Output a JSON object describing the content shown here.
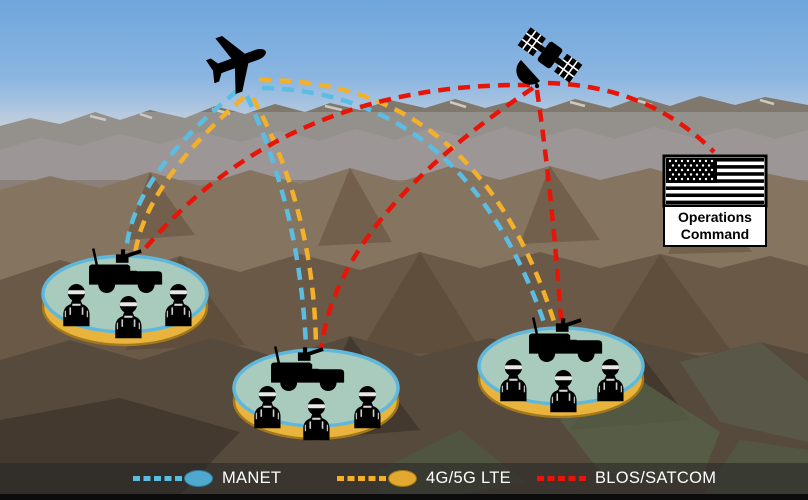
{
  "scene_title": "Tactical communications network diagram over mountain terrain",
  "nodes": {
    "aircraft": {
      "icon": "airplane-icon"
    },
    "satellite": {
      "icon": "satellite-icon"
    },
    "command_post": {
      "flag_icon": "us-flag-icon",
      "line1": "Operations",
      "line2": "Command"
    },
    "teams": [
      {
        "id": "left-team",
        "icons": [
          "military-vehicle-icon",
          "soldier-icon",
          "soldier-icon",
          "soldier-icon"
        ]
      },
      {
        "id": "center-team",
        "icons": [
          "military-vehicle-icon",
          "soldier-icon",
          "soldier-icon",
          "soldier-icon"
        ]
      },
      {
        "id": "right-team",
        "icons": [
          "military-vehicle-icon",
          "soldier-icon",
          "soldier-icon",
          "soldier-icon"
        ]
      }
    ]
  },
  "links": [
    {
      "type": "MANET",
      "from": "aircraft",
      "to": "left-team"
    },
    {
      "type": "MANET",
      "from": "aircraft",
      "to": "center-team"
    },
    {
      "type": "MANET",
      "from": "aircraft",
      "to": "right-team"
    },
    {
      "type": "4G/5G LTE",
      "from": "aircraft",
      "to": "left-team"
    },
    {
      "type": "4G/5G LTE",
      "from": "aircraft",
      "to": "center-team"
    },
    {
      "type": "4G/5G LTE",
      "from": "aircraft",
      "to": "right-team"
    },
    {
      "type": "BLOS/SATCOM",
      "from": "satellite",
      "to": "left-team"
    },
    {
      "type": "BLOS/SATCOM",
      "from": "satellite",
      "to": "center-team"
    },
    {
      "type": "BLOS/SATCOM",
      "from": "satellite",
      "to": "right-team"
    },
    {
      "type": "BLOS/SATCOM",
      "from": "satellite",
      "to": "command_post"
    }
  ],
  "legend": {
    "items": [
      {
        "id": "manet",
        "label": "MANET",
        "color": "#5bbde2",
        "swatch": "dashes-and-ellipse"
      },
      {
        "id": "lte",
        "label": "4G/5G LTE",
        "color": "#f2b02b",
        "swatch": "dashes-and-ellipse"
      },
      {
        "id": "blos",
        "label": "BLOS/SATCOM",
        "color": "#e81408",
        "swatch": "dashes-only"
      }
    ]
  },
  "colors": {
    "manet_link": "#5bbde2",
    "lte_link": "#f2b02b",
    "satcom_link": "#e81408",
    "bubble_surface": "#a9cbbe",
    "bubble_surface_rim": "#5fb8dc",
    "bubble_base": "#e9b43d",
    "bubble_base_rim": "#a3791b"
  }
}
